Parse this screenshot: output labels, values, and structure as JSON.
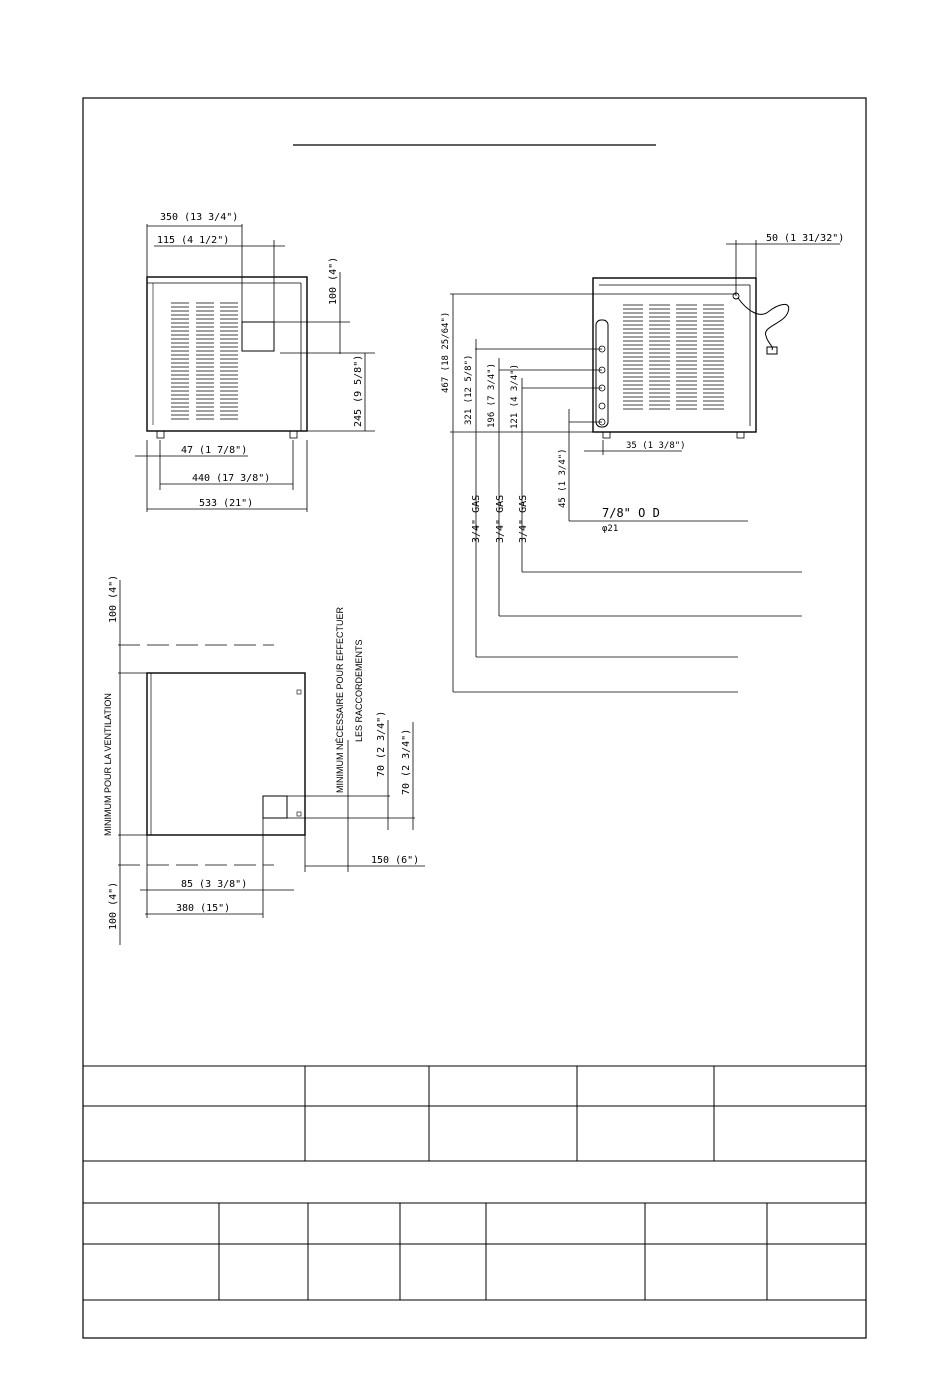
{
  "front_view": {
    "dims": {
      "width_top": "350 (13 3/4\")",
      "offset_top": "115 (4 1/2\")",
      "height_top": "100 (4\")",
      "height_mid": "245 (9 5/8\")",
      "foot_offset": "47 (1 7/8\")",
      "foot_span": "440 (17 3/8\")",
      "overall_width": "533 (21\")"
    }
  },
  "side_view": {
    "dims": {
      "cord_offset": "50 (1 31/32\")",
      "height_overall": "467 (18 25/64\")",
      "height_321": "321 (12 5/8\")",
      "height_196": "196 (7 3/4\")",
      "height_121": "121 (4 3/4\")",
      "height_45": "45 (1 3/4\")",
      "depth_35": "35 (1 3/8\")"
    },
    "connections": {
      "gas_1": "3/4\" GAS",
      "gas_2": "3/4\" GAS",
      "gas_3": "3/4\" GAS",
      "drain_od": "7/8\" O D",
      "drain_phi": "φ21"
    }
  },
  "top_view": {
    "labels": {
      "vent_label": "MINIMUM POUR LA VENTILATION",
      "conn_label_1": "MINIMUM NÉCESSAIRE POUR EFFECTUER",
      "conn_label_2": "LES RACCORDEMENTS"
    },
    "dims": {
      "clear_top": "100 (4\")",
      "clear_bottom": "100 (4\")",
      "depth_70a": "70 (2 3/4\")",
      "depth_70b": "70 (2 3/4\")",
      "clear_side": "150 (6\")",
      "offset_85": "85 (3 3/8\")",
      "offset_380": "380 (15\")"
    }
  }
}
